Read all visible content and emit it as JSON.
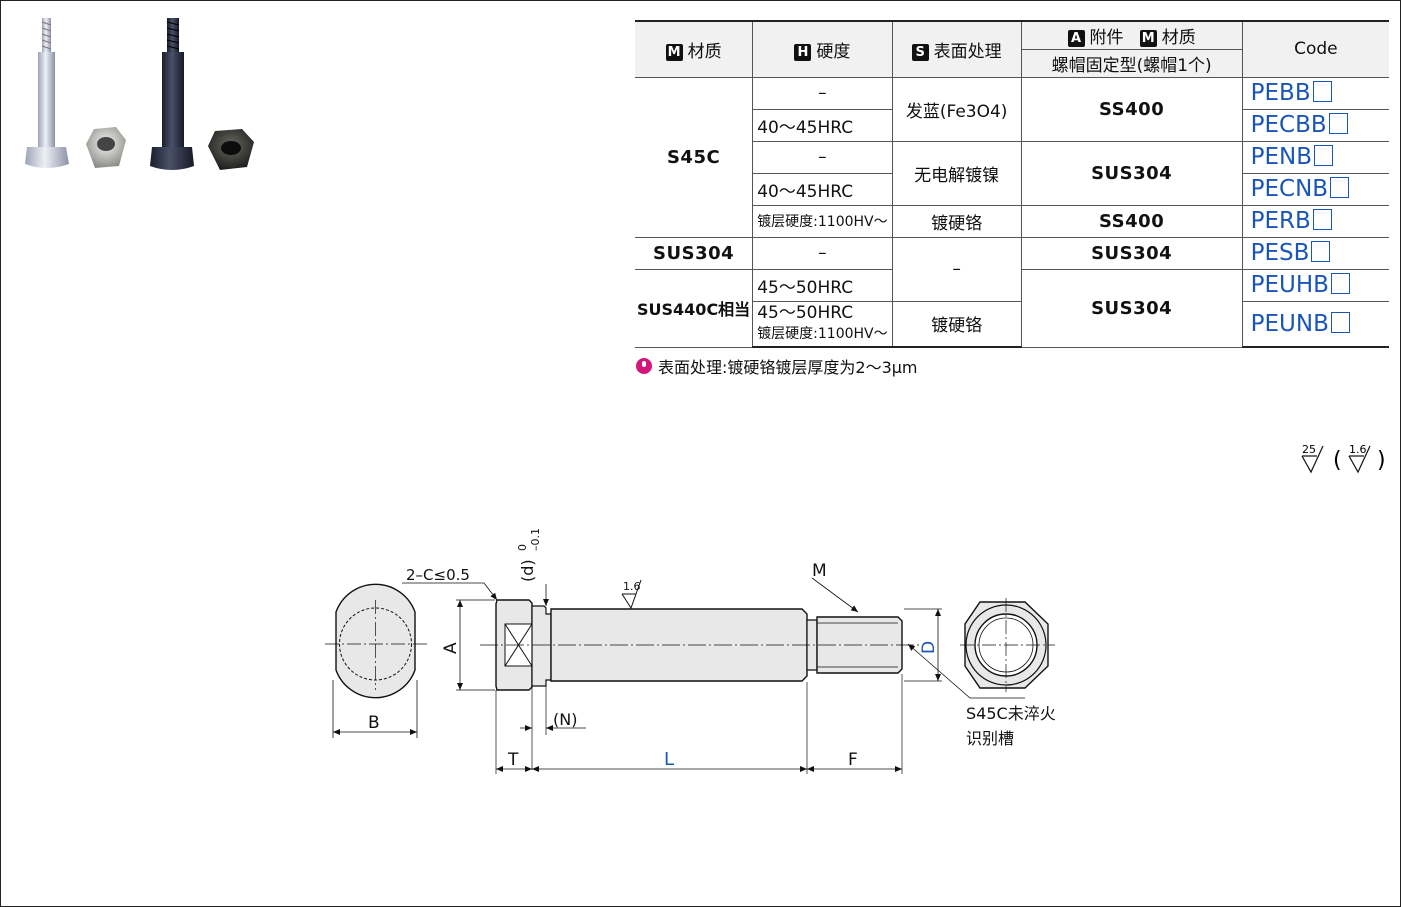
{
  "table": {
    "headers": {
      "material": {
        "badge": "M",
        "label": "材质"
      },
      "hardness": {
        "badge": "H",
        "label": "硬度"
      },
      "surface": {
        "badge": "S",
        "label": "表面处理"
      },
      "accessory": {
        "badge": "A",
        "label": "附件"
      },
      "accessory_material": {
        "badge": "M",
        "label": "材质"
      },
      "accessory_sub": "螺帽固定型(螺帽1个)",
      "code": "Code"
    },
    "rows": {
      "r1": {
        "material": "S45C",
        "hardness": "–",
        "surface": "发蓝(Fe3O4)",
        "nut": "SS400",
        "code": "PEBB"
      },
      "r2": {
        "hardness": "40～45HRC",
        "code": "PECBB"
      },
      "r3": {
        "hardness": "–",
        "surface": "无电解镀镍",
        "nut": "SUS304",
        "code": "PENB"
      },
      "r4": {
        "hardness": "40～45HRC",
        "code": "PECNB"
      },
      "r5": {
        "hardness": "镀层硬度:1100HV～",
        "surface": "镀硬铬",
        "nut": "SS400",
        "code": "PERB"
      },
      "r6": {
        "material": "SUS304",
        "hardness": "–",
        "surface": "–",
        "nut": "SUS304",
        "code": "PESB"
      },
      "r7": {
        "material": "SUS440C相当",
        "hardness": "45～50HRC",
        "nut": "SUS304",
        "code": "PEUHB"
      },
      "r8": {
        "hardness_a": "45～50HRC",
        "hardness_b": "镀层硬度:1100HV～",
        "surface": "镀硬铬",
        "code": "PEUNB"
      }
    }
  },
  "note": "表面处理:镀硬铬镀层厚度为2～3μm",
  "roughness": {
    "main": "25",
    "paren": "1.6"
  },
  "drawing": {
    "chamfer": "2–C≤0.5",
    "d_label": "(d)",
    "d_tol_upper": "0",
    "d_tol_lower": "–0.1",
    "roughness": "1.6",
    "M": "M",
    "A": "A",
    "B": "B",
    "D": "D",
    "N": "(N)",
    "T": "T",
    "L": "L",
    "F": "F",
    "groove_line1": "S45C未淬火",
    "groove_line2": "识别槽"
  },
  "colors": {
    "code": "#1a56b8",
    "dim_blue": "#1a56b8",
    "note_pin": "#d4157b"
  }
}
